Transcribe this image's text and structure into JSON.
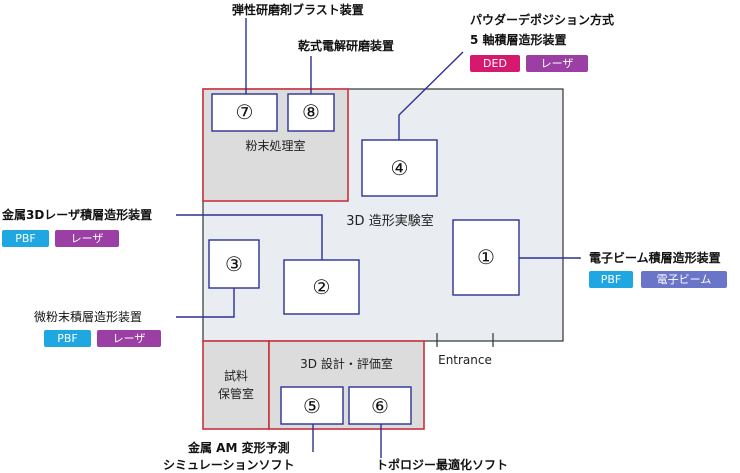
{
  "rooms": {
    "main_lab": "3D 造形実験室",
    "powder_room": "粉末処理室",
    "storage_line1": "試料",
    "storage_line2": "保管室",
    "design_room": "3D 設計・評価室",
    "entrance": "Entrance"
  },
  "equipment": [
    {
      "num": "①",
      "label": "電子ビーム積層造形装置",
      "tags": [
        "PBF",
        "電子ビーム"
      ]
    },
    {
      "num": "②",
      "label": "金属3Dレーザ積層造形装置",
      "tags": [
        "PBF",
        "レーザ"
      ]
    },
    {
      "num": "③",
      "label": "微粉末積層造形装置",
      "tags": [
        "PBF",
        "レーザ"
      ]
    },
    {
      "num": "④",
      "label_line1": "パウダーデポジション方式",
      "label_line2": "5 軸積層造形装置",
      "tags": [
        "DED",
        "レーザ"
      ]
    },
    {
      "num": "⑤",
      "label_line1": "金属 AM 変形予測",
      "label_line2": "シミュレーションソフト"
    },
    {
      "num": "⑥",
      "label": "トポロジー最適化ソフト"
    },
    {
      "num": "⑦",
      "label": "弾性研磨剤ブラスト装置"
    },
    {
      "num": "⑧",
      "label": "乾式電解研磨装置"
    }
  ],
  "colors": {
    "pbf": "#1ea7e1",
    "laser": "#9b3fa4",
    "ded": "#d4196f",
    "ebeam": "#6a74c8",
    "lab_fill": "#e9edf1",
    "room_fill": "#dcdcdc",
    "red_outline": "#c8323c",
    "leader_line": "#2b3196"
  }
}
